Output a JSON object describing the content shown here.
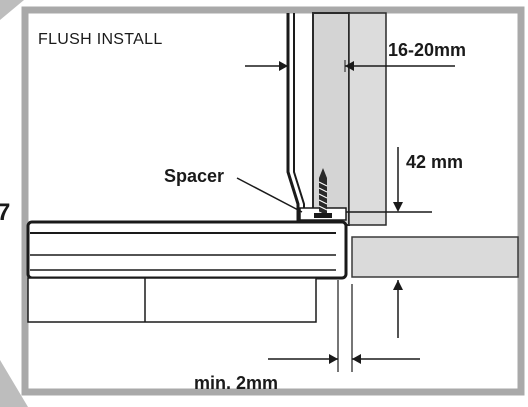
{
  "diagram": {
    "title": "FLUSH INSTALL",
    "labels": {
      "panel_thickness": "16-20mm",
      "spacer": "Spacer",
      "height_dimension": "42 mm",
      "gap": "min. 2mm"
    },
    "page_marker": "7"
  }
}
